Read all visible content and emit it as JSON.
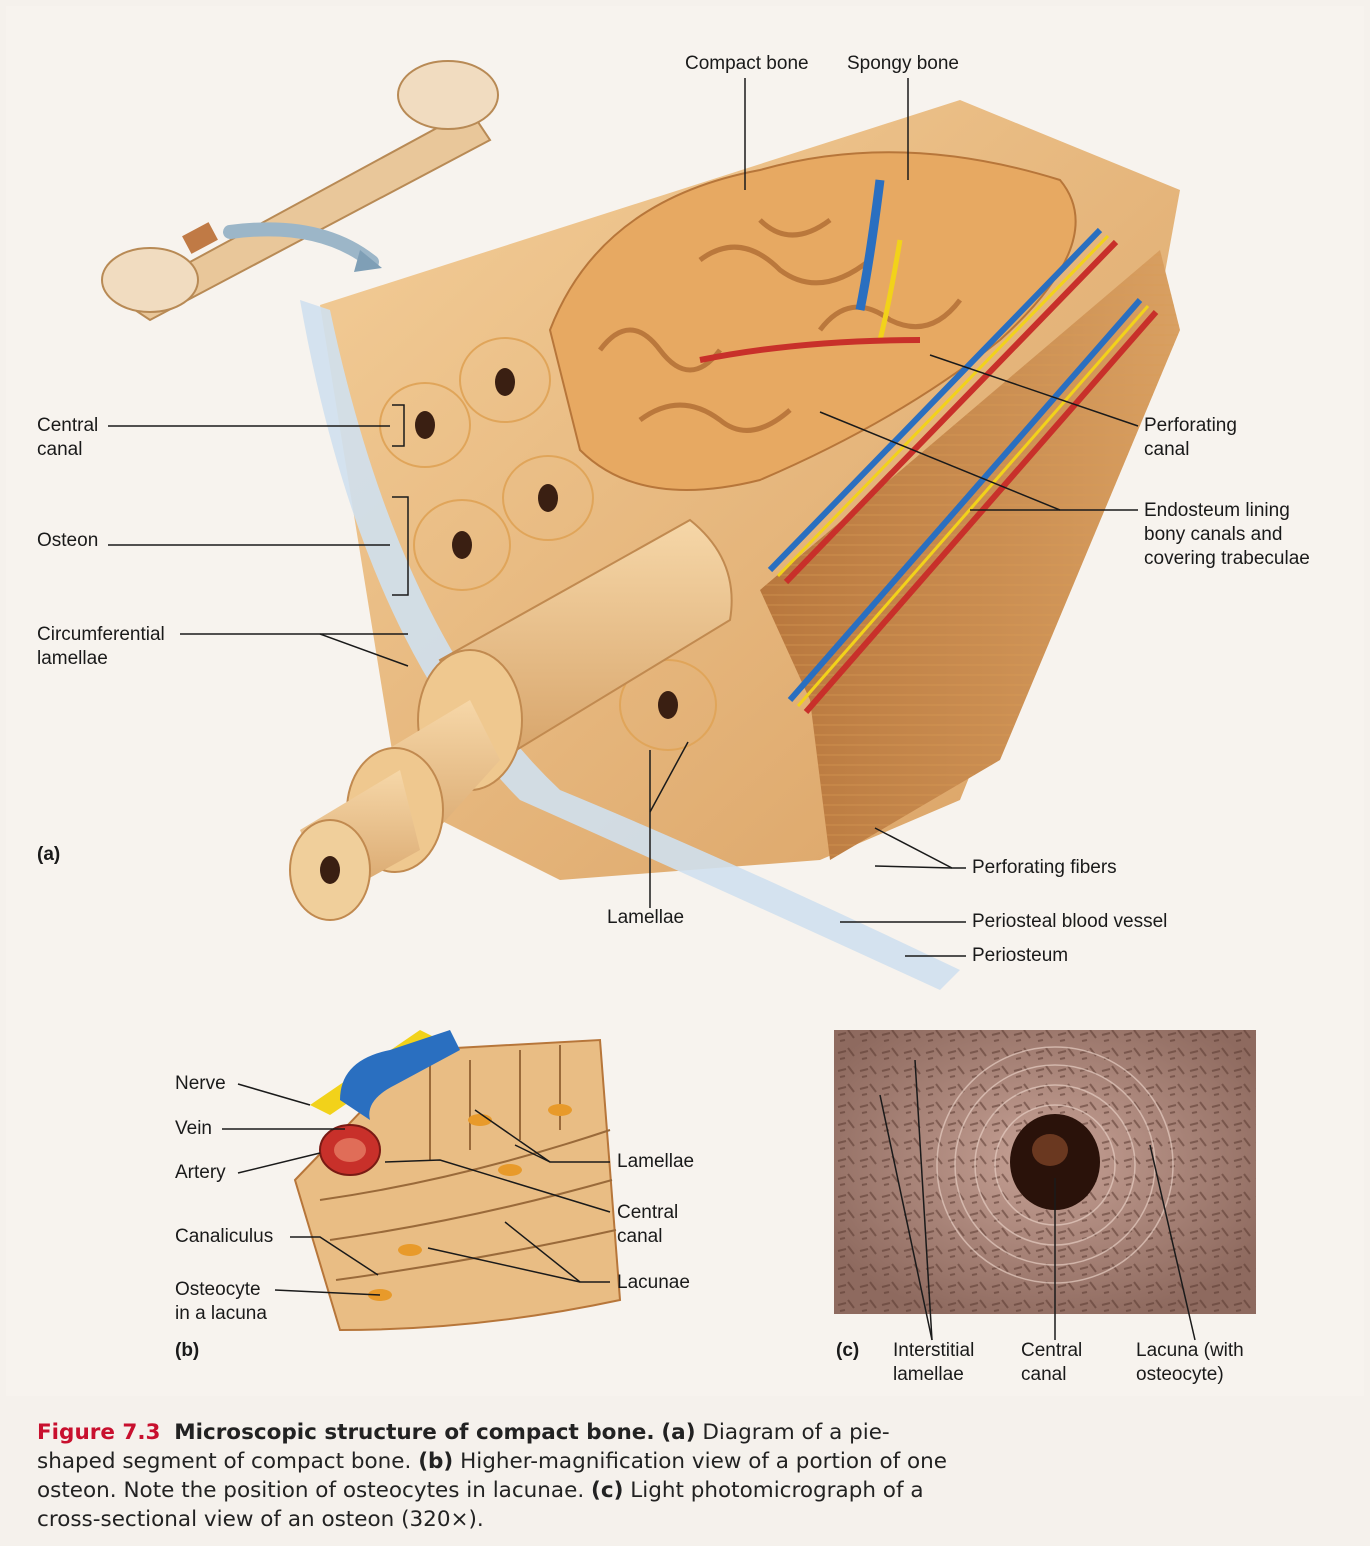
{
  "labels_a": {
    "compact_bone": "Compact bone",
    "spongy_bone": "Spongy bone",
    "central_canal": "Central\ncanal",
    "osteon": "Osteon",
    "circumferential_lamellae": "Circumferential\nlamellae",
    "perforating_canal": "Perforating\ncanal",
    "endosteum": "Endosteum lining\nbony canals and\ncovering trabeculae",
    "perforating_fibers": "Perforating fibers",
    "periosteal_blood_vessel": "Periosteal blood vessel",
    "periosteum": "Periosteum",
    "lamellae": "Lamellae",
    "part": "(a)"
  },
  "labels_b": {
    "nerve": "Nerve",
    "vein": "Vein",
    "artery": "Artery",
    "canaliculus": "Canaliculus",
    "osteocyte": "Osteocyte\nin a lacuna",
    "lamellae": "Lamellae",
    "central_canal": "Central\ncanal",
    "lacunae": "Lacunae",
    "part": "(b)"
  },
  "labels_c": {
    "interstitial": "Interstitial\nlamellae",
    "central_canal": "Central\ncanal",
    "lacuna": "Lacuna (with\nosteocyte)",
    "part": "(c)"
  },
  "caption": {
    "figure": "Figure 7.3",
    "title": "Microscopic structure of compact bone.",
    "a_tag": "(a)",
    "a_text": "Diagram of a pie-shaped segment of compact bone.",
    "b_tag": "(b)",
    "b_text": "Higher-magnification view of a portion of one osteon. Note the position of osteocytes in lacunae.",
    "c_tag": "(c)",
    "c_text": "Light photomicrograph of a cross-sectional view of an osteon (320×)."
  },
  "colors": {
    "bone": "#e8b87a",
    "bone_dark": "#c98d4e",
    "artery": "#c8302a",
    "vein": "#2a6fc0",
    "nerve": "#f2d21a",
    "periosteum": "#cfe0ee",
    "caption_accent": "#c8102e"
  }
}
